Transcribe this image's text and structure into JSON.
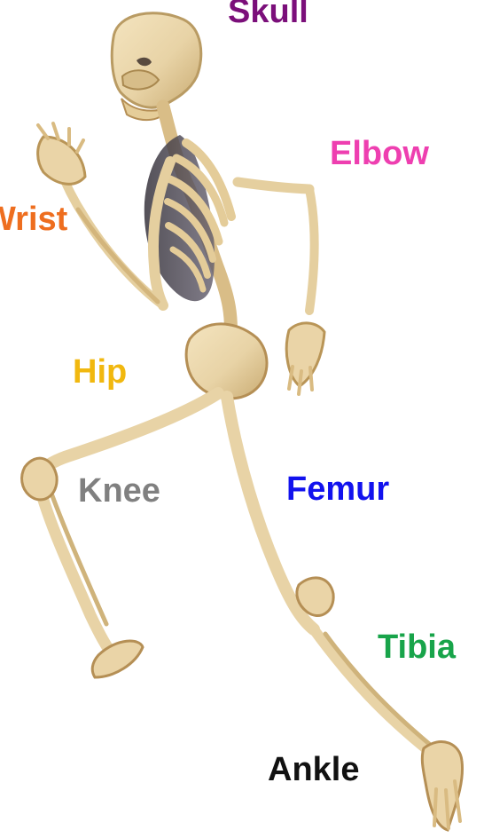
{
  "labels": {
    "skull": {
      "text": "Skull",
      "color": "#7b0f7a"
    },
    "elbow": {
      "text": "Elbow",
      "color": "#ee3fb0"
    },
    "wrist": {
      "text": "Wrist",
      "color": "#ee6e1f"
    },
    "hip": {
      "text": "Hip",
      "color": "#f1b80f"
    },
    "knee": {
      "text": "Knee",
      "color": "#808080"
    },
    "femur": {
      "text": "Femur",
      "color": "#1212ee"
    },
    "tibia": {
      "text": "Tibia",
      "color": "#18a44a"
    },
    "ankle": {
      "text": "Ankle",
      "color": "#111111"
    }
  },
  "colors": {
    "bone": "#e8d3a6",
    "bone_shadow": "#c9ab72",
    "rib_shadow": "#4e4a52",
    "background": "#ffffff"
  }
}
